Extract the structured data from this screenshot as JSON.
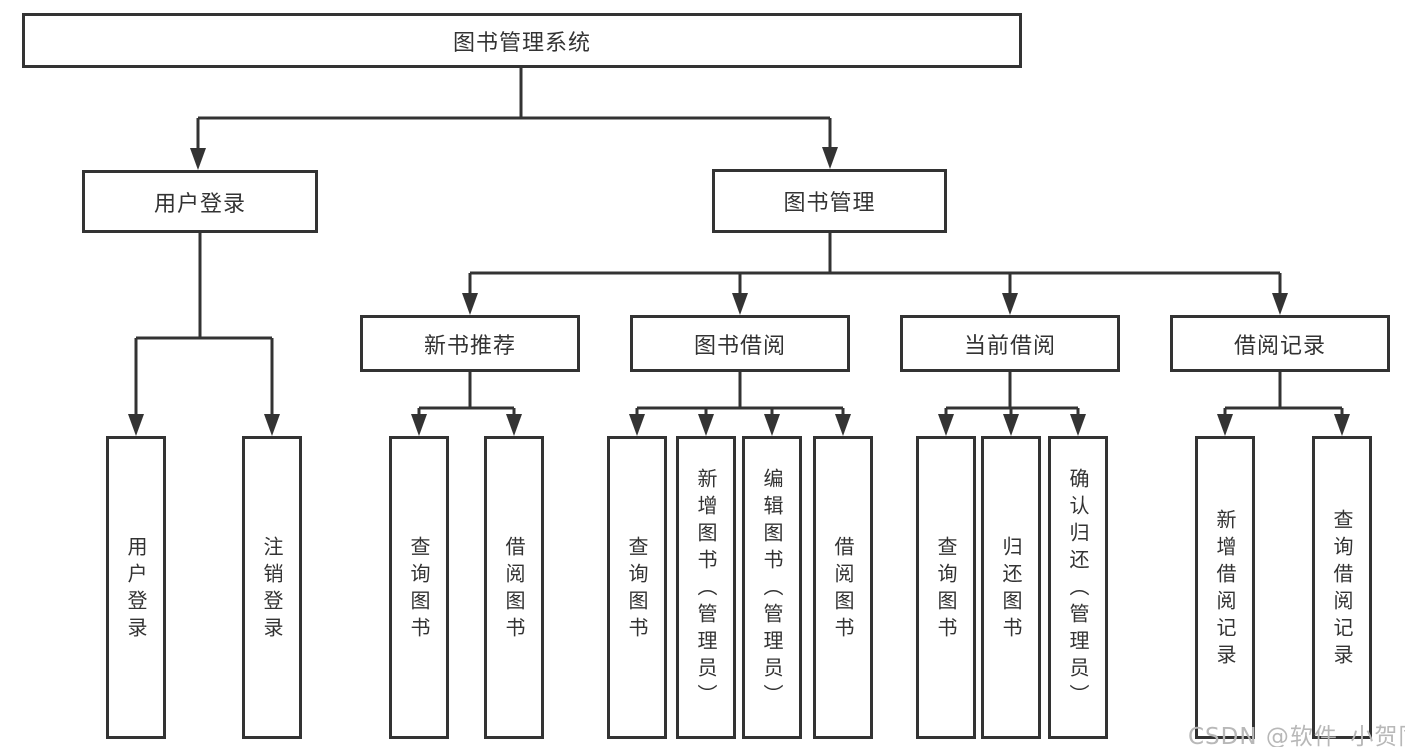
{
  "tree": {
    "label": "图书管理系统",
    "children": [
      {
        "label": "用户登录",
        "children": [
          {
            "label": "用户登录"
          },
          {
            "label": "注销登录"
          }
        ]
      },
      {
        "label": "图书管理",
        "children": [
          {
            "label": "新书推荐",
            "children": [
              {
                "label": "查询图书"
              },
              {
                "label": "借阅图书"
              }
            ]
          },
          {
            "label": "图书借阅",
            "children": [
              {
                "label": "查询图书"
              },
              {
                "label": "新增图书（管理员）"
              },
              {
                "label": "编辑图书（管理员）"
              },
              {
                "label": "借阅图书"
              }
            ]
          },
          {
            "label": "当前借阅",
            "children": [
              {
                "label": "查询图书"
              },
              {
                "label": "归还图书"
              },
              {
                "label": "确认归还（管理员）"
              }
            ]
          },
          {
            "label": "借阅记录",
            "children": [
              {
                "label": "新增借阅记录"
              },
              {
                "label": "查询借阅记录"
              }
            ]
          }
        ]
      }
    ]
  },
  "watermark": "CSDN @软件_小贺同学",
  "colors": {
    "line": "#333333",
    "box_background": "#ffffff",
    "text": "#333333",
    "watermark": "#b8b8b8"
  }
}
